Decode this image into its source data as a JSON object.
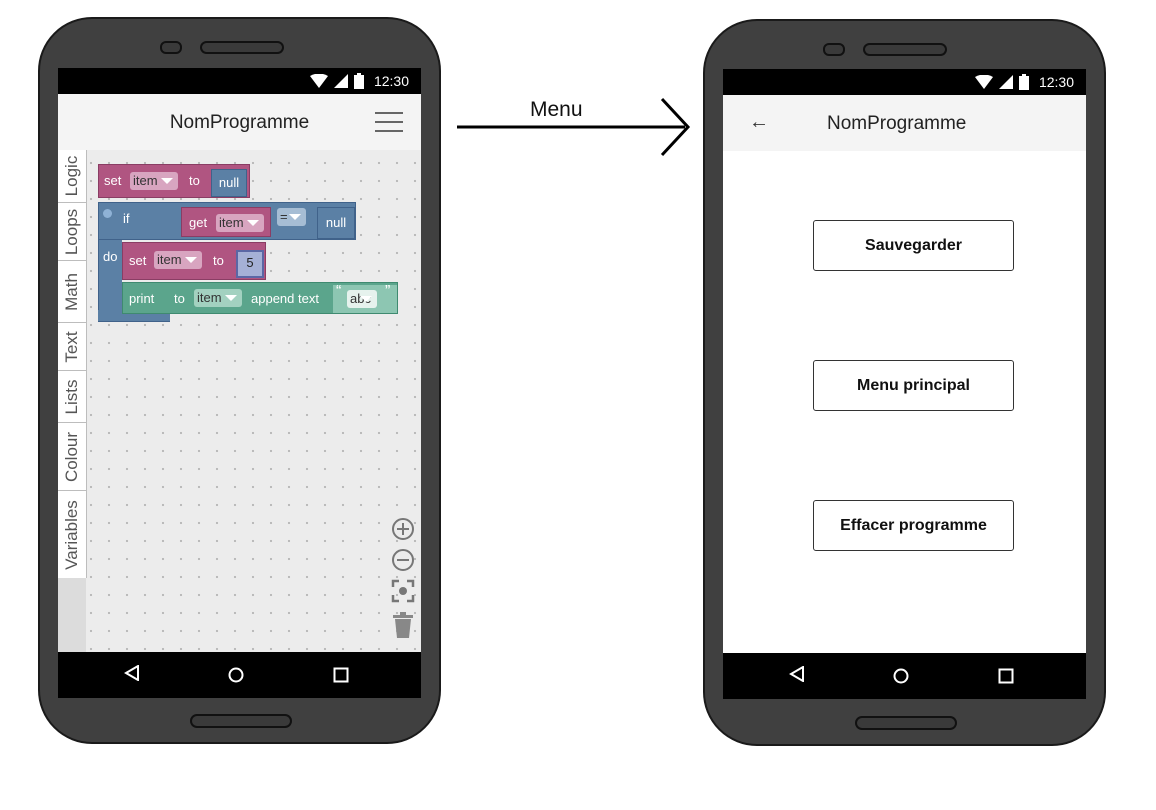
{
  "status": {
    "time": "12:30"
  },
  "left_screen": {
    "title": "NomProgramme",
    "toolbox": [
      "Logic",
      "Loops",
      "Math",
      "Text",
      "Lists",
      "Colour",
      "Variables"
    ],
    "blocks": {
      "set1": {
        "keyword": "set",
        "var": "item",
        "to": "to",
        "value": "null"
      },
      "if_block": {
        "if": "if",
        "do": "do",
        "get": "get",
        "var": "item",
        "op": "=",
        "value": "null"
      },
      "set2": {
        "keyword": "set",
        "var": "item",
        "to": "to",
        "value": "5"
      },
      "print": {
        "keyword": "print",
        "to": "to",
        "var": "item",
        "append": "append text",
        "value": "abc"
      }
    }
  },
  "connector": {
    "label": "Menu"
  },
  "right_screen": {
    "title": "NomProgramme",
    "buttons": [
      "Sauvegarder",
      "Menu principal",
      "Effacer programme"
    ]
  },
  "colors": {
    "procedure": "#b05581",
    "logic": "#5b80a5",
    "math": "#5b67a5",
    "text": "#5ba58c"
  }
}
